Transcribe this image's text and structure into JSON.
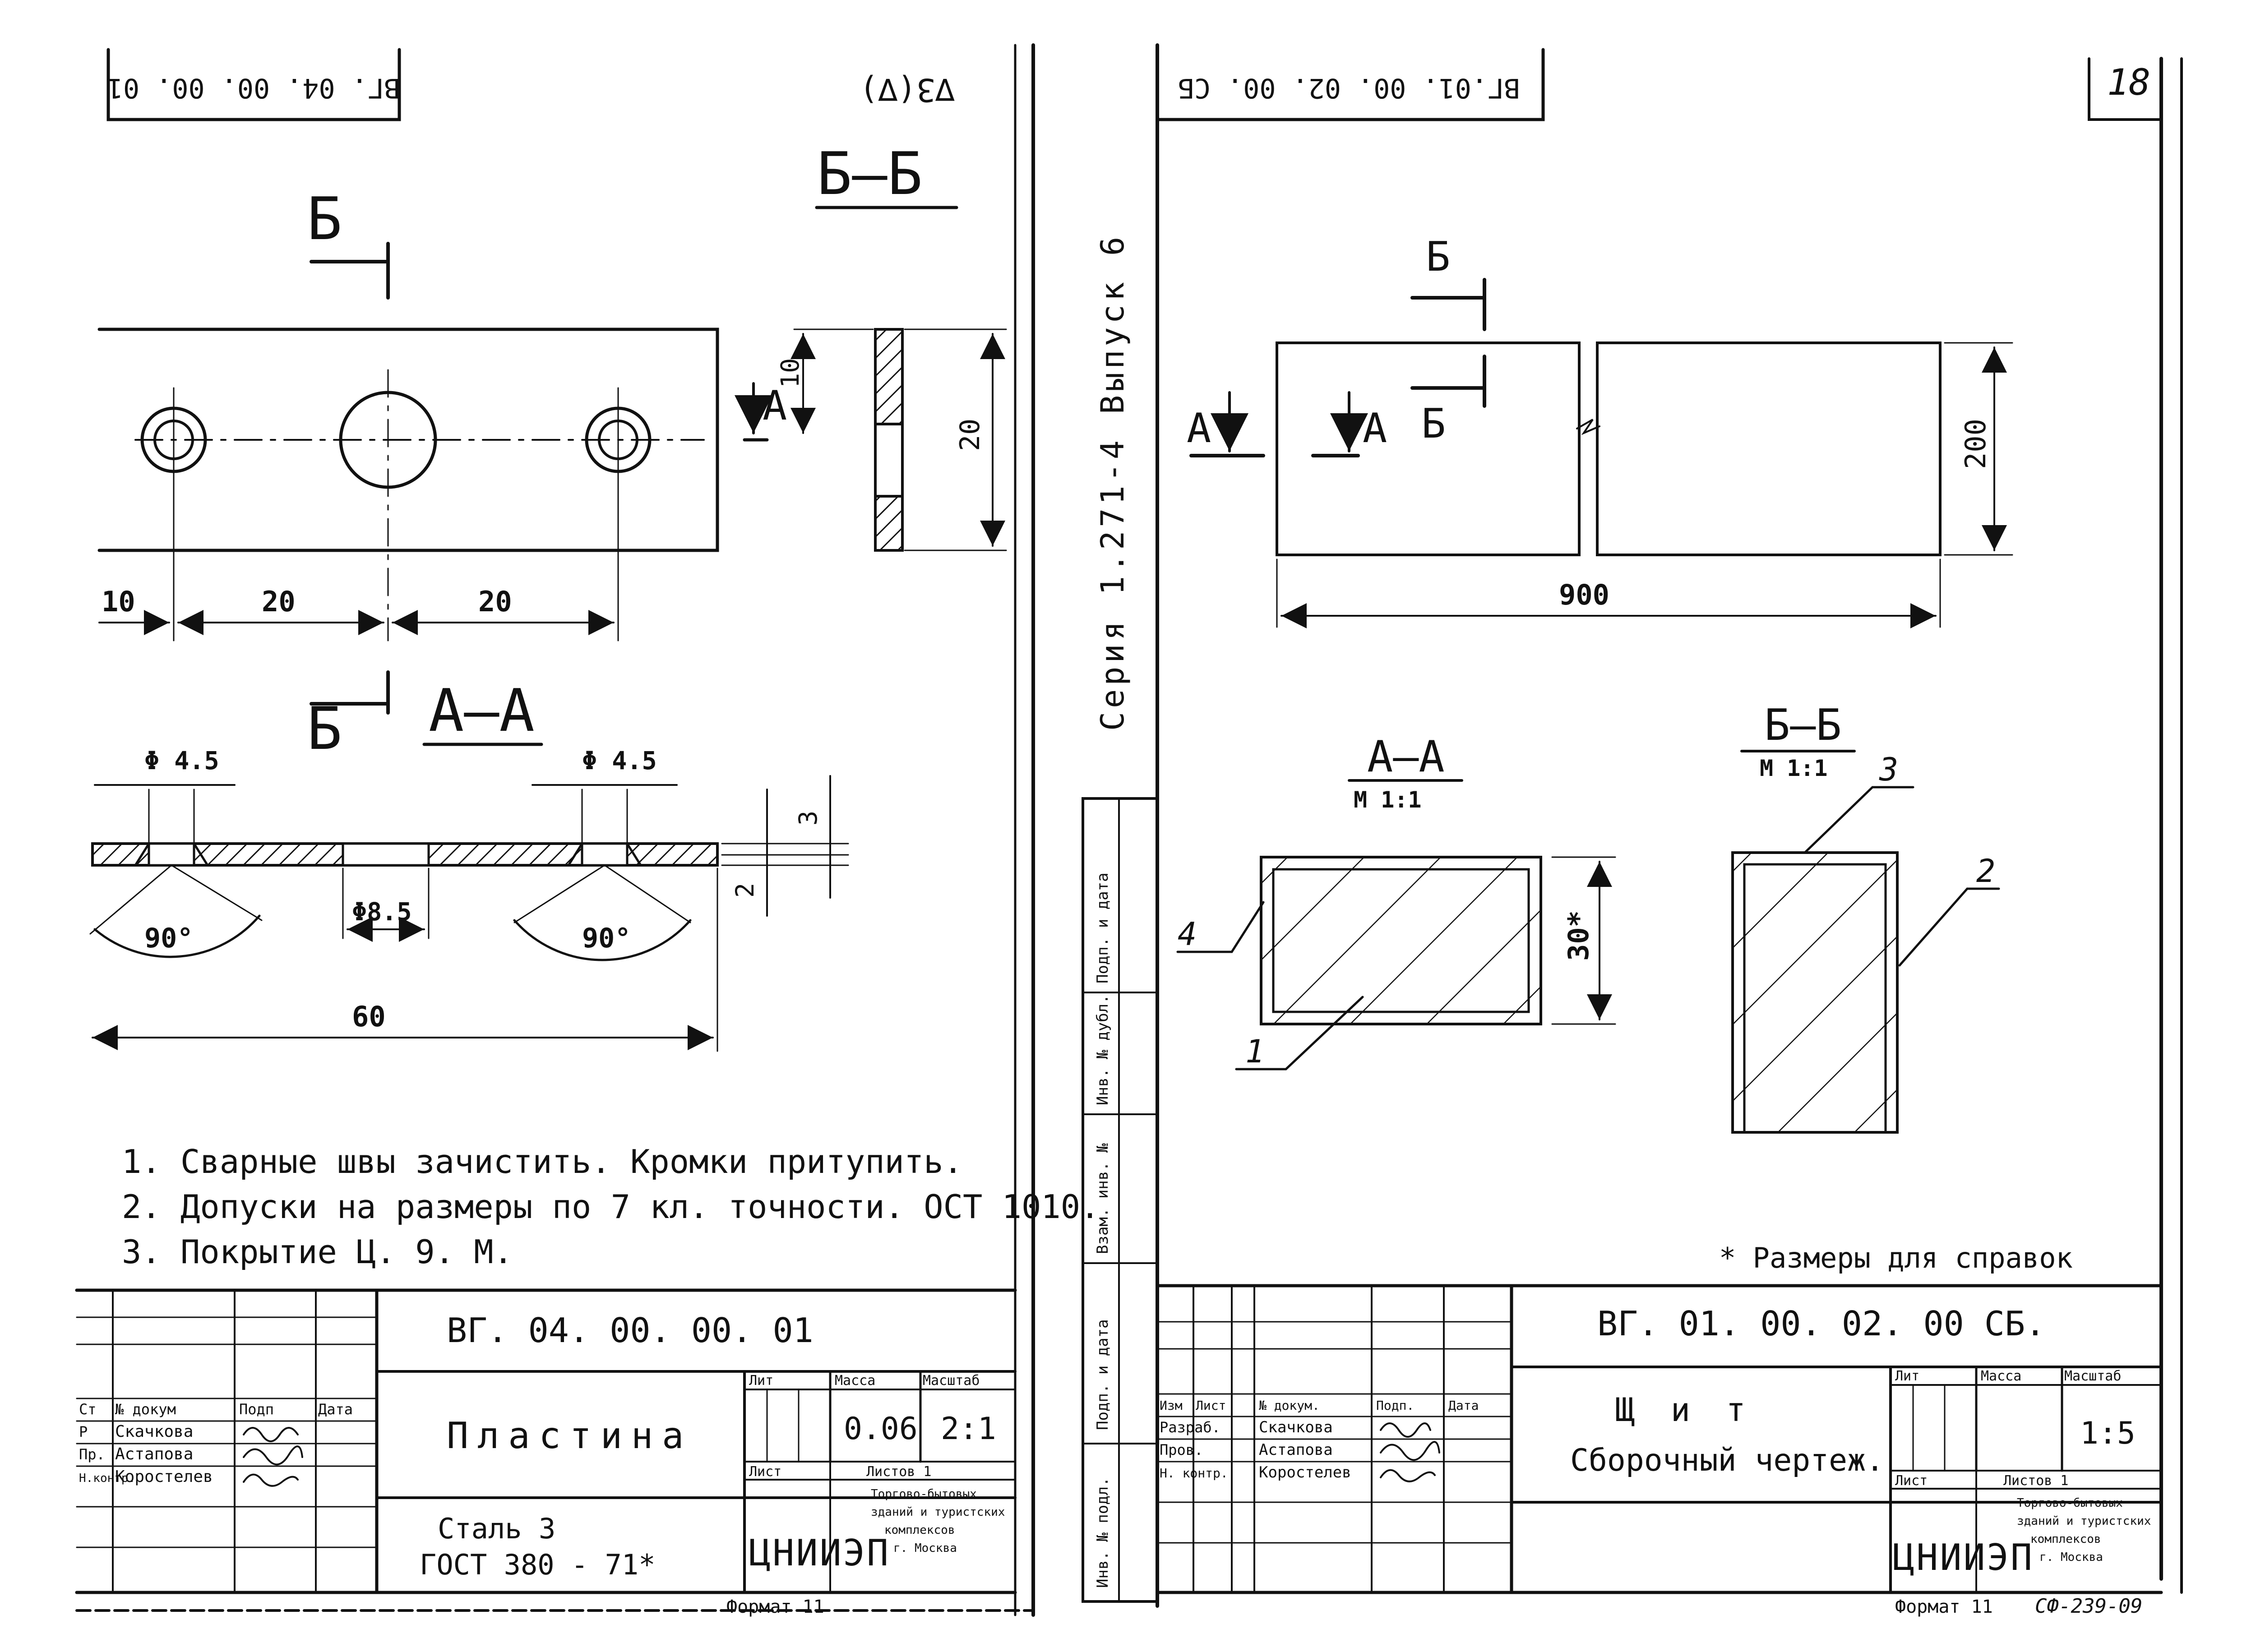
{
  "page_number": "18",
  "left_sheet": {
    "doc_code_stamp": "ВГ. 04. 00. 00. 01",
    "roughness_mark": "∇3(∇)",
    "section_letter_b": "Б",
    "section_bb_title": "Б–Б",
    "section_aa_title": "А–А",
    "label_a": "А",
    "dim_10_side": "10",
    "dim_20_height": "20",
    "dim_10": "10",
    "dim_20_left": "20",
    "dim_20_right": "20",
    "phi_left": "Φ 4.5",
    "phi_right": "Φ 4.5",
    "phi_center": "Φ8.5",
    "angle_left": "90°",
    "angle_right": "90°",
    "dim_60": "60",
    "dim_3": "3",
    "dim_2": "2",
    "notes": [
      "1. Сварные швы зачистить. Кромки притупить.",
      "2. Допуски на размеры по 7 кл. точности. ОСТ 1010.",
      "3. Покрытие Ц. 9. М."
    ],
    "title_block": {
      "designation": "ВГ. 04. 00. 00. 01",
      "name": "Пластина",
      "material_line1": "Сталь 3",
      "material_line2": "ГОСТ 380 - 71*",
      "col_lit": "Лит",
      "col_mass": "Масса",
      "col_scale": "Масштаб",
      "mass": "0.06",
      "scale": "2:1",
      "sheet_label": "Лист",
      "sheets_label": "Листов 1",
      "org_logo": "ЦНИИЭП",
      "org_name": [
        "Торгово-бытовых",
        "зданий и туристских",
        "комплексов",
        "г. Москва"
      ],
      "header_cols": [
        "Ст",
        "№ докум",
        "Подп",
        "Дата"
      ],
      "names": [
        "Скачкова",
        "Астапова",
        "Коростелев"
      ],
      "row_prefix": [
        "Р",
        "Пр.",
        "Н.контр."
      ],
      "format": "Формат 11"
    }
  },
  "right_sheet": {
    "doc_code_stamp": "ВГ.01. 00. 02. 00. СБ",
    "series_text": "Серия 1.271-4 Выпуск 6",
    "side_stamp_cells": [
      "Инв. № подл.",
      "Подп. и дата",
      "Взам. инв. №",
      "Инв. № дубл.",
      "Подп. и дата"
    ],
    "label_b1": "Б",
    "label_b2": "Б",
    "label_a1": "А",
    "label_a2": "А",
    "dim_200": "200",
    "dim_900": "900",
    "section_aa_title": "А–А",
    "section_aa_scale": "М 1:1",
    "section_bb_title": "Б–Б",
    "section_bb_scale": "М 1:1",
    "dim_30": "30*",
    "callouts": [
      "1",
      "2",
      "3",
      "4"
    ],
    "note_reference": "* Размеры для справок",
    "title_block": {
      "designation": "ВГ. 01. 00. 02. 00 СБ.",
      "name_line1": "Щ и т",
      "name_line2": "Сборочный чертеж.",
      "col_lit": "Лит",
      "col_mass": "Масса",
      "col_scale": "Масштаб",
      "scale": "1:5",
      "sheet_label": "Лист",
      "sheets_label": "Листов 1",
      "org_logo": "ЦНИИЭП",
      "org_name": [
        "Торгово-бытовых",
        "зданий и туристских",
        "комплексов",
        "г. Москва"
      ],
      "header_cols": [
        "Изм",
        "Лист",
        "№ докум.",
        "Подп.",
        "Дата"
      ],
      "roles": [
        "Разраб.",
        "Пров.",
        "Н. контр."
      ],
      "names": [
        "Скачкова",
        "Астапова",
        "Коростелев"
      ],
      "format": "Формат 11",
      "archive_code": "СФ-239-09"
    }
  }
}
